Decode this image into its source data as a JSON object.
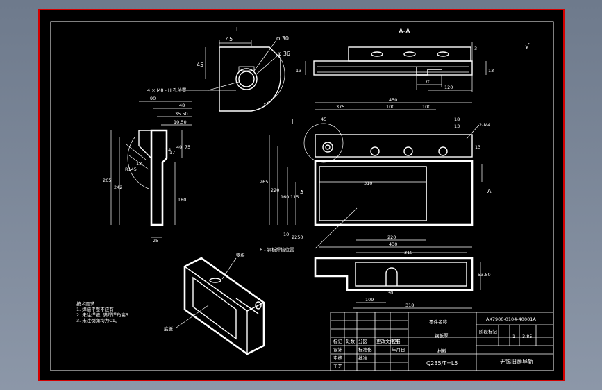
{
  "sheet": {
    "section_label": "A-A",
    "detail_label": "I",
    "view_arrow_label": "A",
    "surface_symbol": "√"
  },
  "top_detail": {
    "width_dim": "45",
    "height_dim": "45",
    "dia_1": "φ 30",
    "dia_2": "φ 36",
    "note": "4 × M8 - H 孔位置"
  },
  "section_view": {
    "dim_right": "3",
    "dim_left": "13",
    "dim_far_right": "13",
    "dim_70": "70",
    "dim_120": "120"
  },
  "side_view": {
    "dims_top": [
      "90",
      "48",
      "35.50",
      "10.50"
    ],
    "dims_vertical": [
      "265",
      "242",
      "180"
    ],
    "dims_small": [
      "75",
      "40",
      "17",
      "14"
    ],
    "dim_bottom": "25",
    "dim_diag_1": "R145",
    "dim_diag_2": "13"
  },
  "front_view": {
    "dims_top": [
      "450",
      "375",
      "100",
      "100"
    ],
    "dim_45": "45",
    "dim_18": "18",
    "dim_13": "13",
    "dim_2m4": "2-M4",
    "dim_13b": "13",
    "dims_left": [
      "265",
      "220",
      "160",
      "115",
      "10",
      "2250"
    ],
    "dim_310": "310",
    "dim_220": "220",
    "dim_430": "430",
    "note": "6 - 钢板焊接位置",
    "detail_label": "I"
  },
  "bottom_view": {
    "dim_310": "310",
    "dim_318": "318",
    "dim_109": "109",
    "dim_30": "30",
    "dim_5350": "53.50"
  },
  "iso_view": {
    "label_1": "钢板",
    "label_2": "底板"
  },
  "notes": {
    "lines": [
      "技术要求",
      "1. 焊缝平整不应有",
      "2. 未注焊缝, 满焊焊角高5",
      "3. 未注倒角均为C1。"
    ]
  },
  "title_block": {
    "drawing_no": "AX7900-0104-40001A",
    "part_name": "无锡旧雕导轨",
    "material": "Q235/T=L5",
    "scale": "1",
    "weight": "3.85",
    "cell_1": "零件名称",
    "cell_2": "钢板厚",
    "cell_3": "材料",
    "cell_4": "标记",
    "cell_5": "处数",
    "cell_6": "分区",
    "cell_7": "更改文件号",
    "cell_8": "签名",
    "cell_9": "年月日",
    "cell_10": "设计",
    "cell_11": "审核",
    "cell_12": "工艺",
    "cell_13": "标准化",
    "cell_14": "批准",
    "cell_15": "阶段标记"
  },
  "colors": {
    "frame_red": "#d40000",
    "line": "#ffffff",
    "sheet": "#000000"
  }
}
